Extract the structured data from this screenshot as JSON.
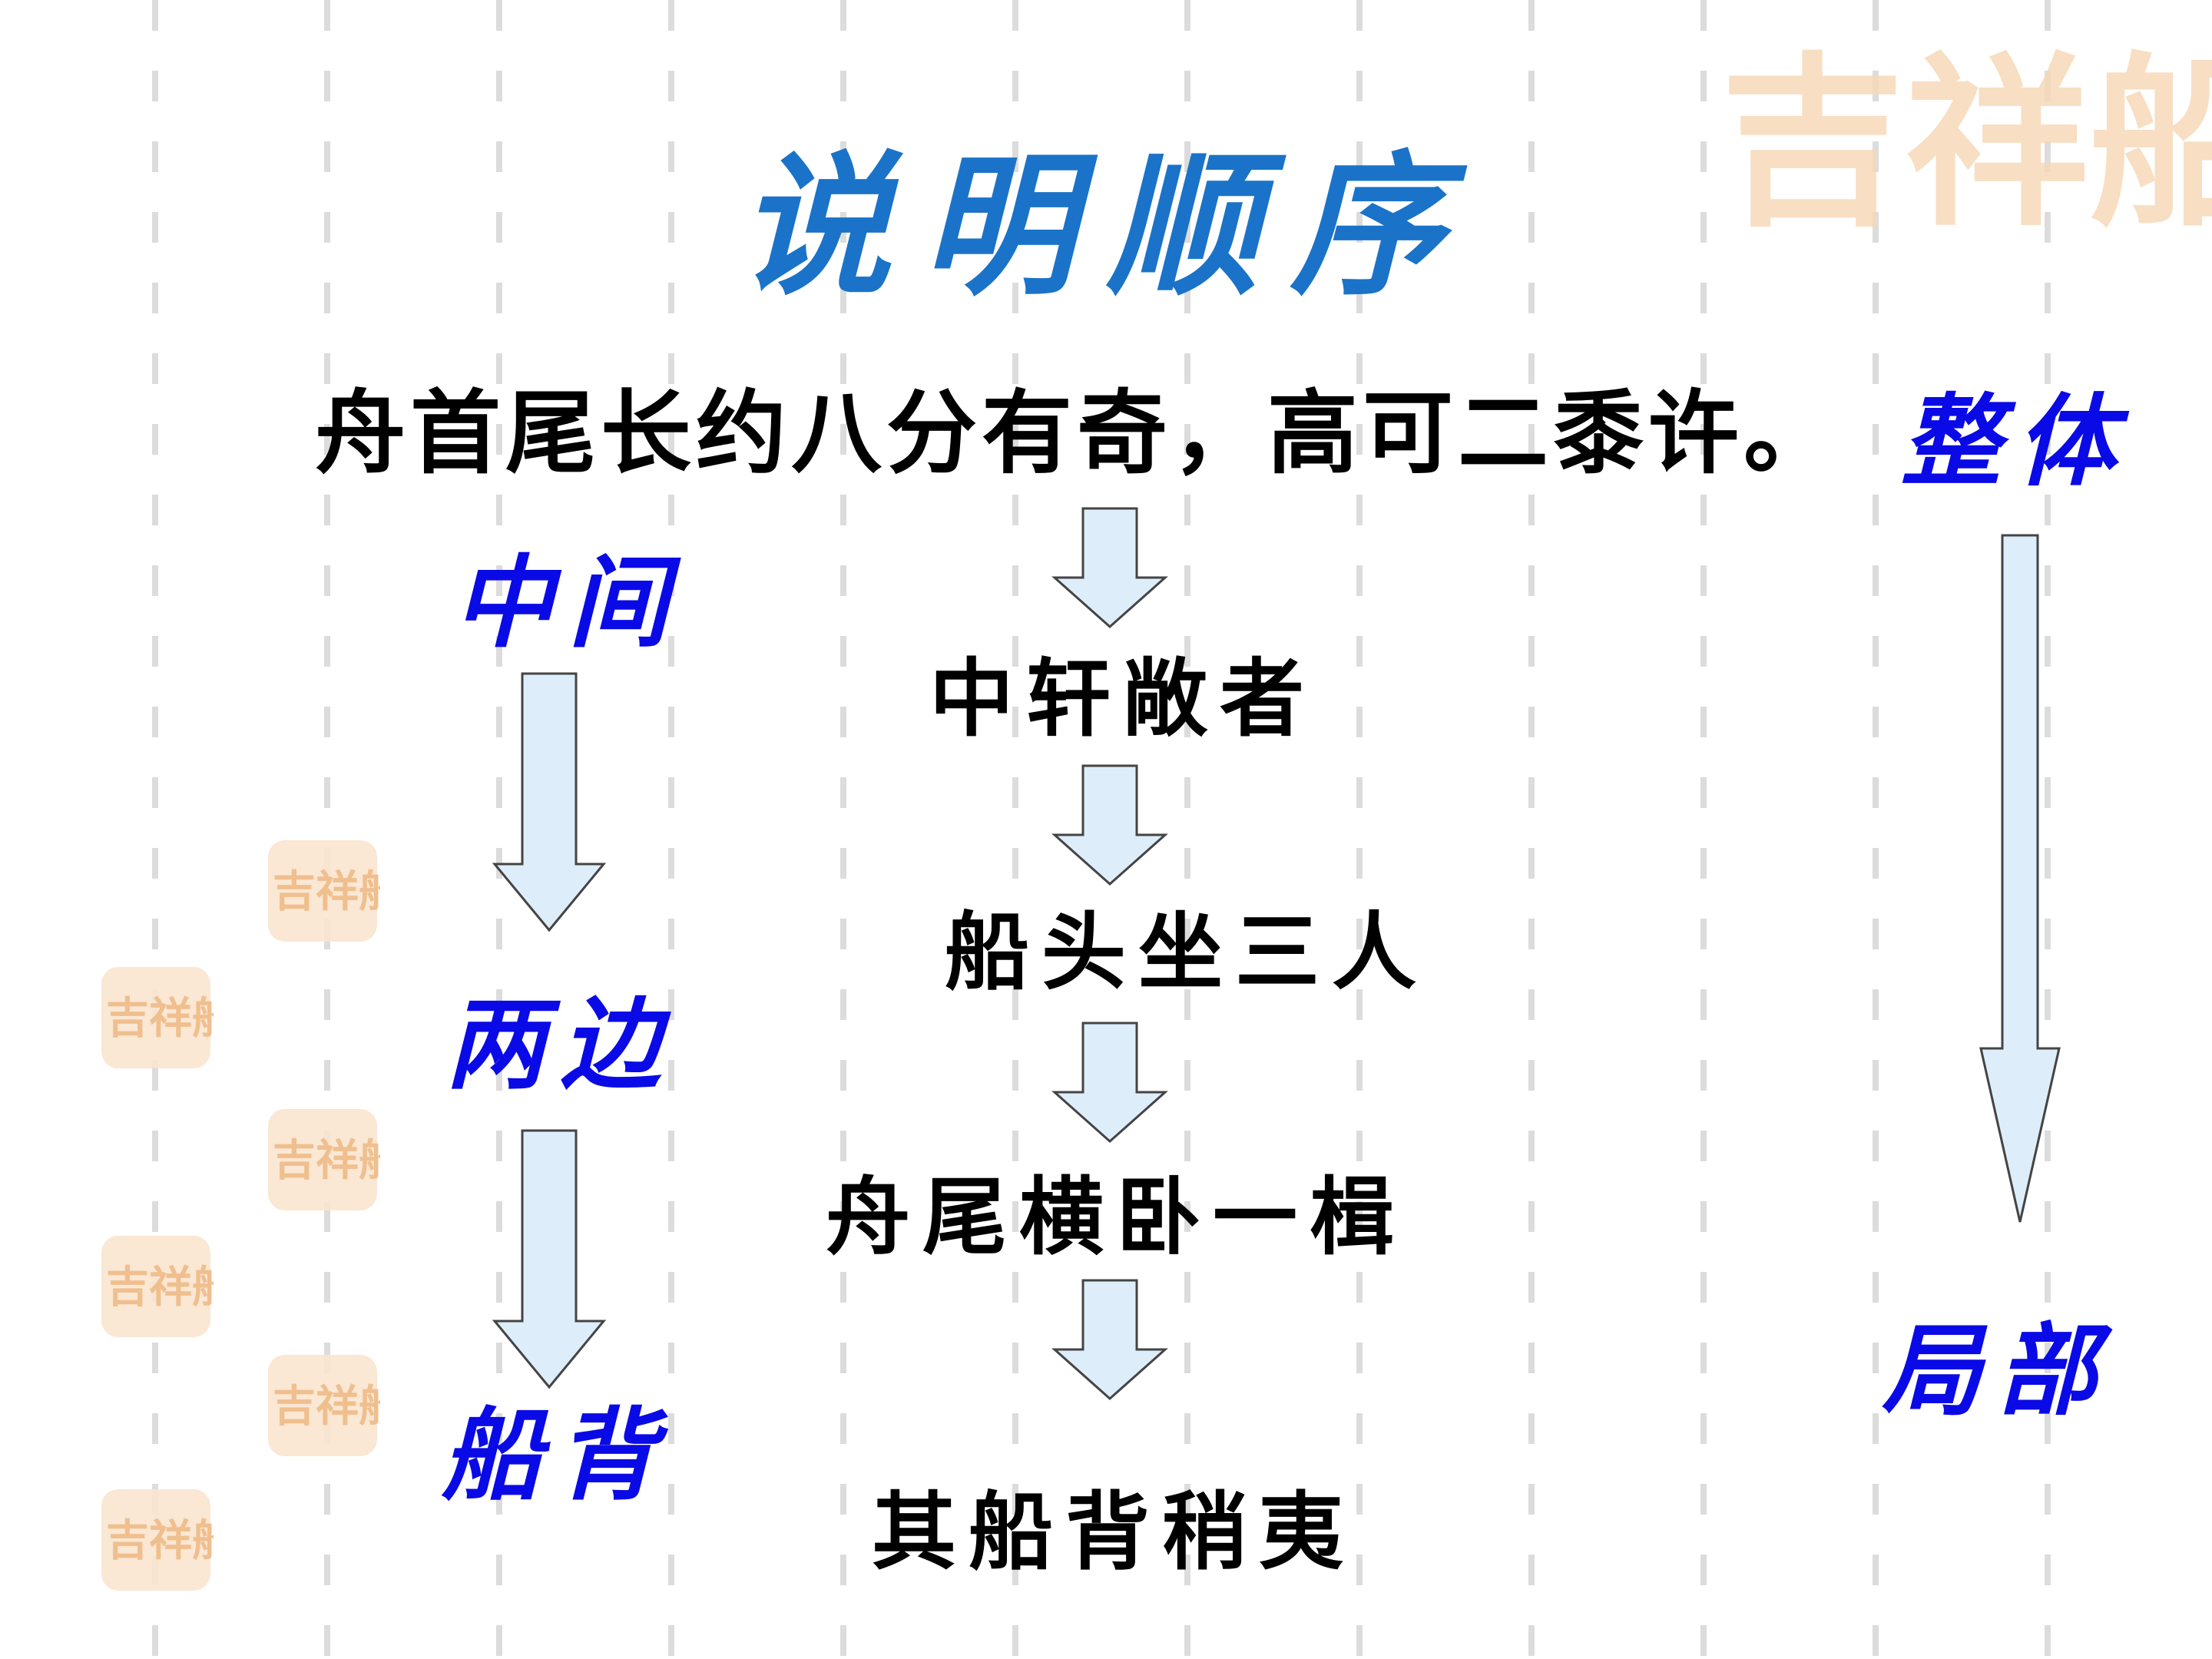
{
  "title": "说明顺序",
  "sentence": "舟首尾长约八分有奇，高可二黍许。",
  "center_steps": [
    "中轩敞者",
    "船头坐三人",
    "舟尾横卧一楫",
    "其船背稍夷"
  ],
  "left_labels": [
    "中间",
    "两边",
    "船背"
  ],
  "right_labels": [
    "整体",
    "局部"
  ],
  "watermark_text": "吉祥船",
  "colors": {
    "title": "#1a73c8",
    "label": "#0a0ae6",
    "text": "#000000",
    "arrow_fill": "#ddeefa",
    "arrow_stroke": "#444444",
    "watermark": "#f7d9b8"
  }
}
